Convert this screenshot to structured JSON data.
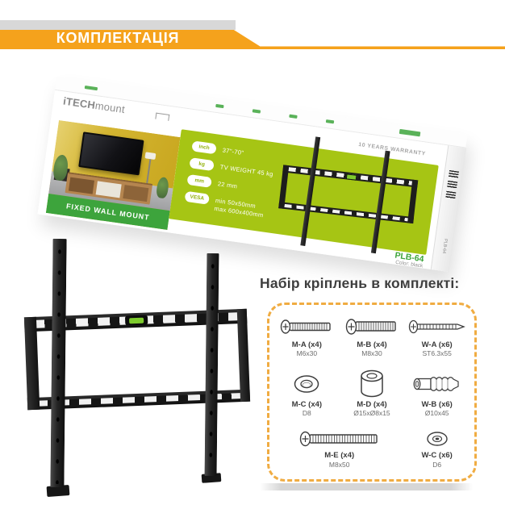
{
  "colors": {
    "accent": "#F5A21C",
    "bar_gray": "#D8D8D8",
    "panel_green": "#A6C514",
    "band_green": "#3DA43C",
    "model_green": "#3DA43C",
    "level_green": "#7DCB2D",
    "dash_orange": "#F0AC42",
    "text_dark": "#3E3E3E"
  },
  "header": {
    "title": "КОМПЛЕКТАЦІЯ"
  },
  "box": {
    "brand_bold": "iTECH",
    "brand_light": "mount",
    "photo_caption": "FIXED WALL MOUNT",
    "warranty": "10 YEARS WARRANTY",
    "model": "PLB-64",
    "color_label": "Color: black",
    "specs": [
      {
        "badge": "inch",
        "text": "37\"-70\""
      },
      {
        "badge": "kg",
        "text": "TV WEIGHT 45 kg"
      },
      {
        "badge": "mm",
        "text": "22 mm"
      },
      {
        "badge": "VESA",
        "text": "min 50x50mm",
        "text2": "max 600x400mm"
      }
    ]
  },
  "fasteners": {
    "title": "Набір кріплень в комплекті:",
    "items": [
      {
        "name": "M-A (x4)",
        "size": "M6x30",
        "icon": "pan-head-screw"
      },
      {
        "name": "M-B (x4)",
        "size": "M8x30",
        "icon": "pan-head-screw"
      },
      {
        "name": "W-A (x6)",
        "size": "ST6.3x55",
        "icon": "countersunk-screw"
      },
      {
        "name": "M-C (x4)",
        "size": "D8",
        "icon": "washer"
      },
      {
        "name": "M-D (x4)",
        "size": "Ø15xØ8x15",
        "icon": "spacer"
      },
      {
        "name": "W-B (x6)",
        "size": "Ø10x45",
        "icon": "wall-anchor"
      },
      {
        "name": "M-E (x4)",
        "size": "M8x50",
        "icon": "long-screw"
      },
      {
        "name": "W-C (x6)",
        "size": "D6",
        "icon": "washer-small"
      }
    ]
  }
}
